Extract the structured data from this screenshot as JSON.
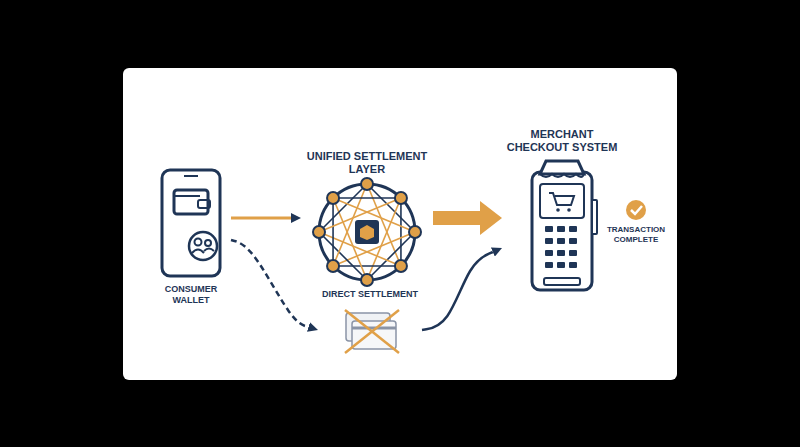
{
  "diagram": {
    "nodes": [
      {
        "text": [
          "CONSUMER WALLET"
        ]
      },
      {
        "text": [
          "UNIFIED SETTLEMENT LAYER"
        ]
      },
      {
        "text": [
          "DIRECT SETTLEMENT"
        ]
      },
      {
        "text": [
          "MERCHANT CHECKOUT SYSTEM"
        ]
      }
    ],
    "edges": [
      {
        "from": 0,
        "to": 1,
        "arrow": "to"
      },
      {
        "from": 1,
        "to": 3,
        "arrow": "to"
      },
      {
        "from": 0,
        "to": 2,
        "arrow": "to"
      },
      {
        "from": 2,
        "to": 3,
        "arrow": "to"
      }
    ],
    "labels": [
      "TRANSACTION COMPLETE"
    ]
  }
}
